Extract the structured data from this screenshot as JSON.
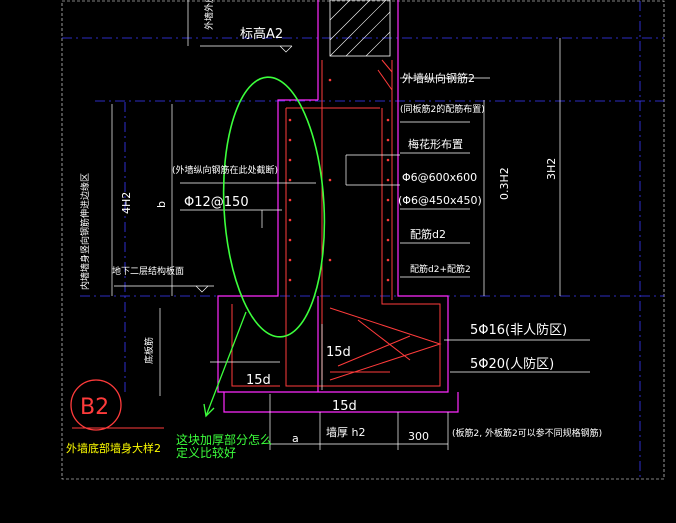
{
  "labels": {
    "top_left_vertical": "外墙外皮",
    "elevation": "标高A2",
    "outer_wall_rebar": "外墙纵向钢筋2",
    "same_distribution": "(同板筋2的配筋布置)",
    "plum_blossom": "梅花形布置",
    "anchor_note": "(外墙纵向钢筋在此处截断)",
    "phi12": "Φ12@150",
    "stirrup1": "Φ6@600x600",
    "stirrup2": "(Φ6@450x450)",
    "rebar_d2": "配筋d2",
    "rebar_d2_b": "配筋d2+配筋2",
    "dim_4h2": "4H2",
    "dim_b": "b",
    "dim_03h2": "0.3H2",
    "dim_3h2": "3H2",
    "vert_note": "内墙墙身竖向钢筋伸进边缘区",
    "basement_floor": "地下二层结构板面",
    "bottom_plate": "底板筋",
    "dim_15d_a": "15d",
    "dim_15d_b": "15d",
    "dim_15d_c": "15d",
    "rebar_5phi16": "5Φ16(非人防区)",
    "rebar_5phi20": "5Φ20(人防区)",
    "b2_label": "B2",
    "detail_title": "外墙底部墙身大样2",
    "question_line1": "这块加厚部分怎么",
    "question_line2": "定义比较好",
    "dim_a": "a",
    "wall_thick": "墙厚 h2",
    "dim_300": "300",
    "bottom_note": "(板筋2, 外板筋2可以参不同规格钢筋)"
  },
  "colors": {
    "background": "#000000",
    "wall_line": "#ff2aff",
    "rebar": "#ff3b3b",
    "dim_line": "#ffffff",
    "axis_blue": "#3a3aff",
    "annotation_green": "#3cff3c",
    "label_yellow": "#ffff00",
    "hatch": "#ffffff"
  }
}
